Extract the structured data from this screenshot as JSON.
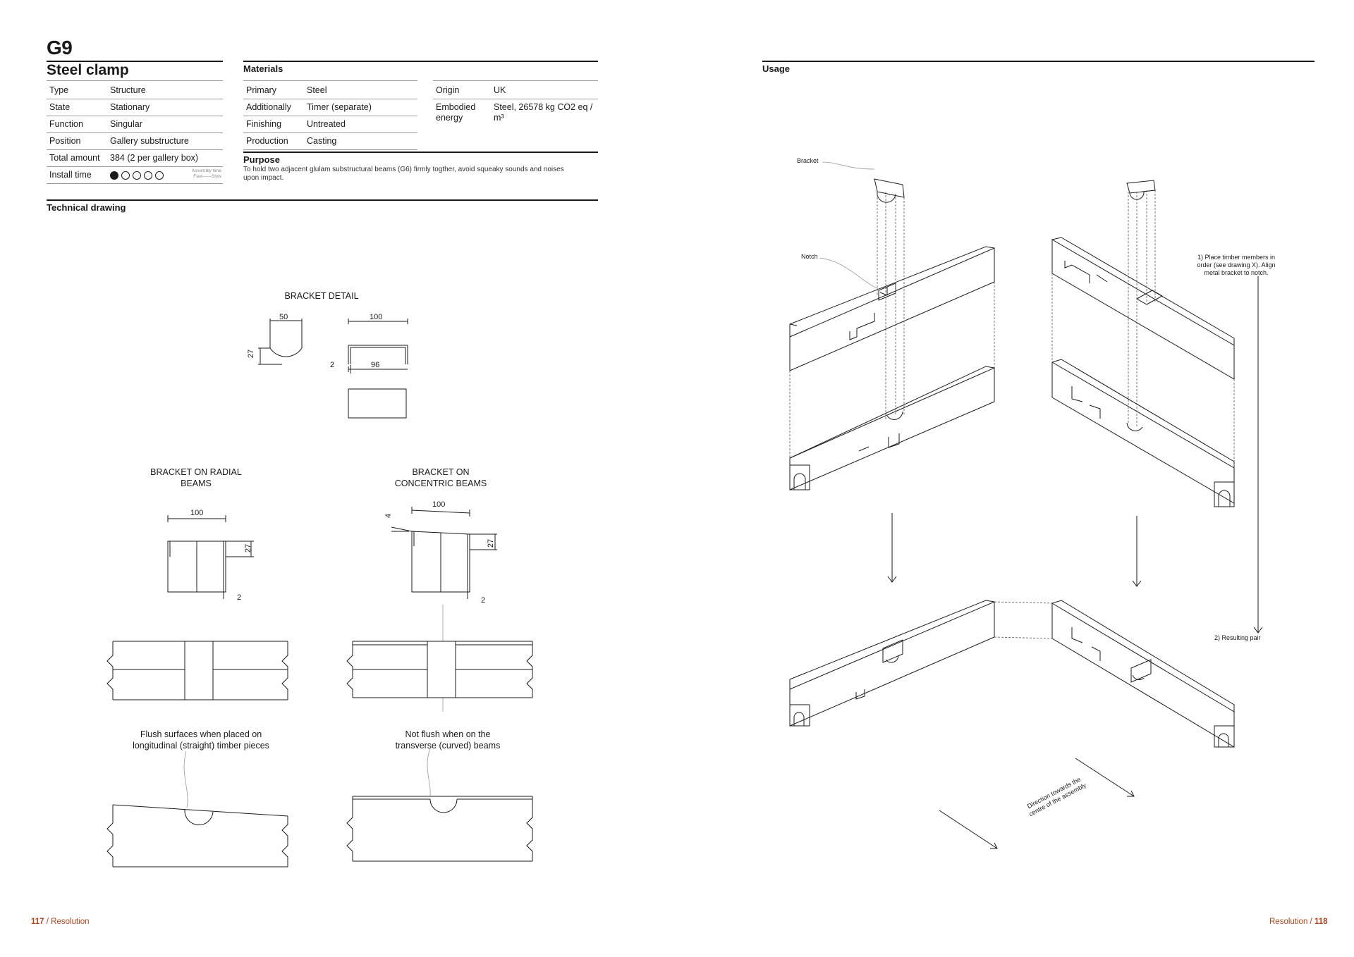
{
  "header": {
    "code": "G9",
    "name": "Steel clamp"
  },
  "properties": [
    {
      "key": "Type",
      "value": "Structure"
    },
    {
      "key": "State",
      "value": "Stationary"
    },
    {
      "key": "Function",
      "value": "Singular"
    },
    {
      "key": "Position",
      "value": "Gallery substructure"
    },
    {
      "key": "Total amount",
      "value": "384 (2 per gallery box)"
    },
    {
      "key": "Install time",
      "value": ""
    }
  ],
  "install_time": {
    "filled": 1,
    "total": 5,
    "assembly_label": "Assembly time",
    "scale_label": "Fast——Slow"
  },
  "materials": {
    "title": "Materials",
    "rows": [
      {
        "key": "Primary",
        "value": "Steel"
      },
      {
        "key": "Additionally",
        "value": "Timer (separate)"
      },
      {
        "key": "Finishing",
        "value": "Untreated"
      },
      {
        "key": "Production",
        "value": "Casting"
      }
    ],
    "origin_key": "Origin",
    "origin_value": "UK",
    "energy_key": "Embodied energy",
    "energy_value": "Steel, 26578 kg CO2 eq / m³"
  },
  "purpose": {
    "title": "Purpose",
    "text": "To hold two adjacent glulam substructural beams (G6) firmly togther, avoid squeaky sounds and noises upon impact."
  },
  "technical_drawing": {
    "title": "Technical drawing",
    "bracket_detail": "BRACKET DETAIL",
    "radial_title": "BRACKET ON RADIAL BEAMS",
    "concentric_title": "BRACKET ON CONCENTRIC BEAMS",
    "flush_note": "Flush surfaces when placed on longitudinal (straight) timber pieces",
    "notflush_note": "Not flush when on the transverse (curved) beams",
    "dims": {
      "d50": "50",
      "d27": "27",
      "d100": "100",
      "d2": "2",
      "d96": "96",
      "d4": "4"
    }
  },
  "usage": {
    "title": "Usage",
    "bracket_label": "Bracket",
    "notch_label": "Notch",
    "step1": "1) Place timber members in order (see drawing X). Align metal bracket to notch.",
    "step2": "2) Resulting pair",
    "direction": "Direction towards the centre of the assembly"
  },
  "footer": {
    "left_page": "117",
    "left_section": "Resolution",
    "right_section": "Resolution",
    "right_page": "118",
    "separator": "/",
    "accent_color": "#b5441c"
  }
}
